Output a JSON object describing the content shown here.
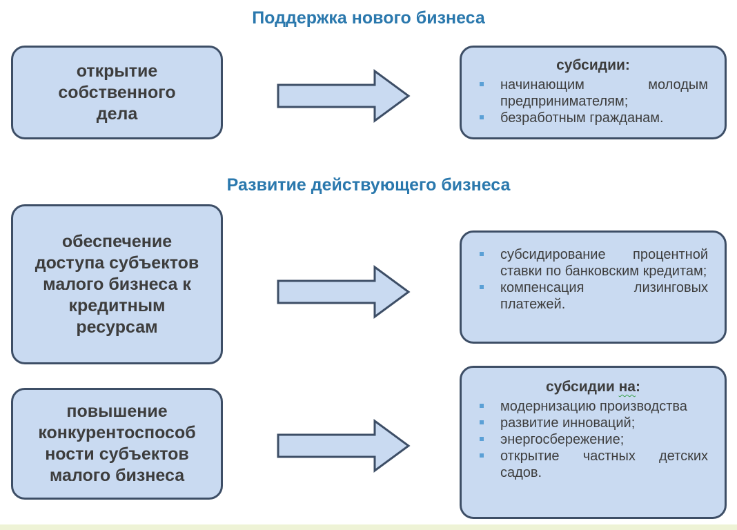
{
  "section1": {
    "title": "Поддержка нового бизнеса"
  },
  "section2": {
    "title": "Развитие действующего бизнеса"
  },
  "row1": {
    "left": "открытие собственного дела",
    "right_head": "субсидии:",
    "items": [
      "начинающим молодым предпринимателям;",
      "безработным гражданам."
    ]
  },
  "row2": {
    "left": "обеспечение доступа субъектов малого бизнеса к кредитным ресурсам",
    "items": [
      "субсидирование процентной ставки по банковским кредитам;",
      "компенсация лизинговых платежей."
    ]
  },
  "row3": {
    "left": "повышение конкурентоспособ ности субъектов малого бизнеса",
    "right_head_pre": "субсидии ",
    "right_head_mark": "на",
    "right_head_post": ":",
    "items": [
      "модернизацию производства",
      "развитие инноваций;",
      "энергосбережение;",
      "открытие частных детских садов."
    ]
  },
  "colors": {
    "box_fill": "#c9daf1",
    "box_border": "#3d4e66",
    "title": "#2a78ad",
    "bullet": "#5ba0d6"
  },
  "icons": {
    "arrow": "right-block-arrow-icon",
    "bullet": "square-bullet-icon"
  }
}
